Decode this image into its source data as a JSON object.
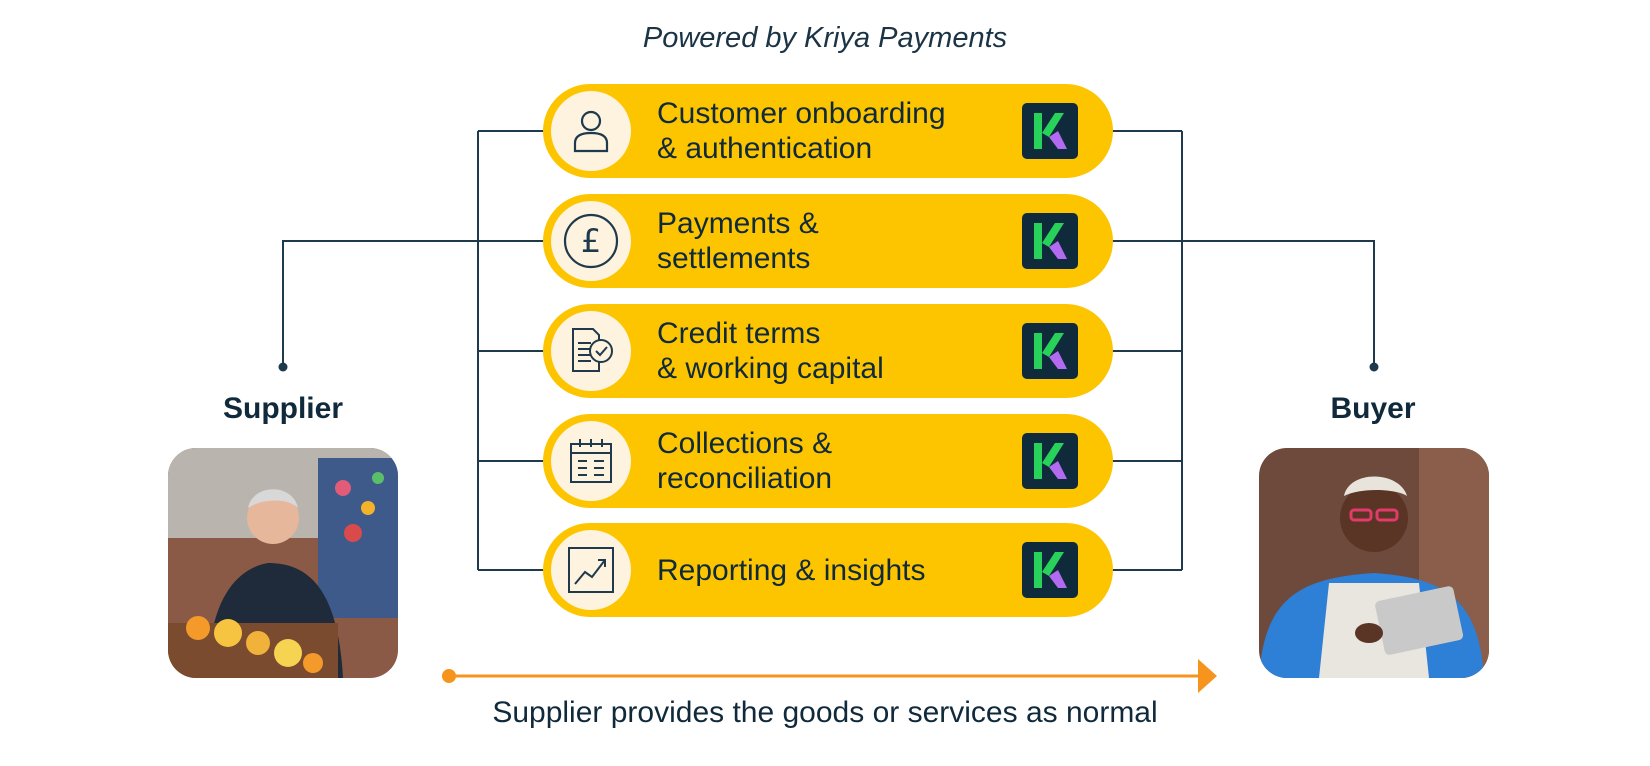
{
  "header": {
    "caption": "Powered by Kriya Payments"
  },
  "services": [
    {
      "line1": "Customer onboarding",
      "line2": "& authentication",
      "icon": "person-icon"
    },
    {
      "line1": "Payments &",
      "line2": "settlements",
      "icon": "pound-coin-icon"
    },
    {
      "line1": "Credit terms",
      "line2": "& working capital",
      "icon": "document-check-icon"
    },
    {
      "line1": "Collections &",
      "line2": "reconciliation",
      "icon": "calendar-icon"
    },
    {
      "line1": "Reporting & insights",
      "line2": "",
      "icon": "line-chart-icon"
    }
  ],
  "brand_icon": "kriya-k-logo-icon",
  "supplier": {
    "label": "Supplier"
  },
  "buyer": {
    "label": "Buyer"
  },
  "footer": {
    "caption": "Supplier provides the goods or services as normal"
  },
  "colors": {
    "pill": "#fdc500",
    "icon_circle": "#fdf3df",
    "line": "#1e3a4c",
    "arrow": "#f7941d",
    "logo_bg": "#0f2a3a",
    "logo_green": "#27d15a",
    "logo_purple": "#b26af0"
  }
}
